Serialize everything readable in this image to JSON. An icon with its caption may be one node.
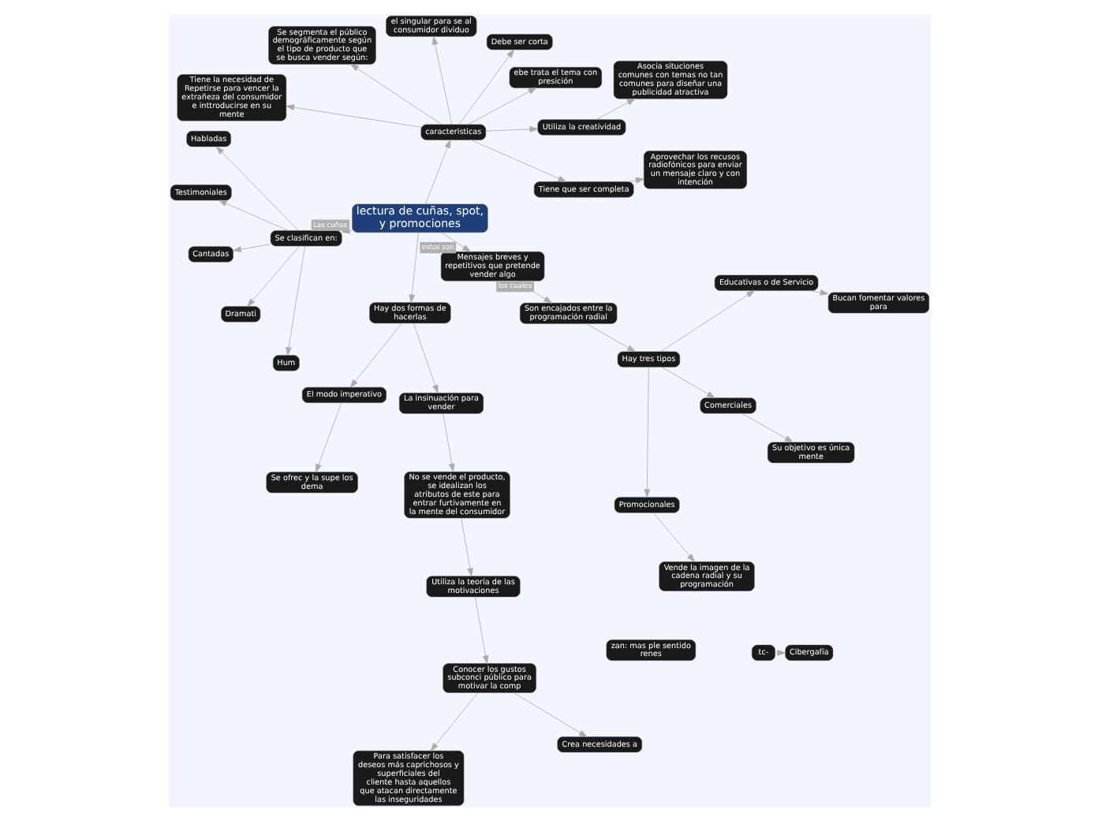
{
  "diagram": {
    "nodes": [
      {
        "text": [
          "lectura de cuñas, spot, y promociones"
        ]
      },
      {
        "text": [
          "caracteristicas"
        ]
      },
      {
        "text": [
          "Tiene que ser completa"
        ]
      },
      {
        "text": [
          "Aprovechar los recusos radiofónicos para enviar un mensaje claro y con intención"
        ]
      },
      {
        "text": [
          "Utiliza la creatividad"
        ]
      },
      {
        "text": [
          "Asocia situciones comunes con temas no tan comunes para diseñar una publicidad atractiva"
        ]
      },
      {
        "text": [
          "ebe trata el tema con presición"
        ]
      },
      {
        "text": [
          "Debe ser corta"
        ]
      },
      {
        "text": [
          "el singular para se al consumidor dividuo"
        ]
      },
      {
        "text": [
          "Se segmenta el público demográficamente según el tipo de producto que se busca vender según:"
        ]
      },
      {
        "text": [
          "Tiene la necesidad de Repetirse para vencer la extrañeza del consumidor e inttroducirse en su mente"
        ]
      },
      {
        "text": [
          "zan: mas ple sentido renes"
        ]
      },
      {
        "text": [
          "Se clasifican en:"
        ]
      },
      {
        "text": [
          "Habladas"
        ]
      },
      {
        "text": [
          "Testimoniales"
        ]
      },
      {
        "text": [
          "Cantadas"
        ]
      },
      {
        "text": [
          "Dramati"
        ]
      },
      {
        "text": [
          "Hum"
        ]
      },
      {
        "text": [
          "Hay dos formas de hacerlas"
        ]
      },
      {
        "text": [
          "El modo imperativo"
        ]
      },
      {
        "text": [
          "Se ofrec y la supe los dema"
        ]
      },
      {
        "text": [
          "La insinuación para vender"
        ]
      },
      {
        "text": [
          "No se vende el producto, se idealizan los atributos de este para entrar furtivamente en la mente del consumidor"
        ]
      },
      {
        "text": [
          "Utiliza la teoría de las motivaciones"
        ]
      },
      {
        "text": [
          "Conocer los gustos subconci público para motivar la comp"
        ]
      },
      {
        "text": [
          "Para satisfacer los deseos más caprichosos y superficiales del cliente hasta aquellos que atacan directamente las inseguridades"
        ]
      },
      {
        "text": [
          "Crea necesidades a"
        ]
      },
      {
        "text": [
          "Mensajes breves y repetitivos que pretende vender algo"
        ]
      },
      {
        "text": [
          "Son encajados entre la programación radial"
        ]
      },
      {
        "text": [
          "Hay tres tipos"
        ]
      },
      {
        "text": [
          "Promocionales"
        ]
      },
      {
        "text": [
          "Vende la imagen de la cadena radial y su programación"
        ]
      },
      {
        "text": [
          "Comerciales"
        ]
      },
      {
        "text": [
          "Su objetivo es única mente"
        ]
      },
      {
        "text": [
          "Educativas o de Servicio"
        ]
      },
      {
        "text": [
          "Bucan fomentar valores para"
        ]
      },
      {
        "text": [
          "Cibergafía"
        ]
      },
      {
        "text": [
          "tc-"
        ]
      }
    ],
    "edges": [
      {
        "from": 0,
        "to": 1,
        "arrow": "to"
      },
      {
        "from": 1,
        "to": 2,
        "arrow": "to"
      },
      {
        "from": 2,
        "to": 3,
        "arrow": "to"
      },
      {
        "from": 1,
        "to": 4,
        "arrow": "to"
      },
      {
        "from": 4,
        "to": 5,
        "arrow": "to"
      },
      {
        "from": 1,
        "to": 6,
        "arrow": "to"
      },
      {
        "from": 1,
        "to": 7,
        "arrow": "to"
      },
      {
        "from": 1,
        "to": 8,
        "arrow": "to"
      },
      {
        "from": 1,
        "to": 9,
        "arrow": "to"
      },
      {
        "from": 1,
        "to": 10,
        "arrow": "to"
      },
      {
        "from": 0,
        "to": 12,
        "arrow": "to",
        "label": "Las cuñas"
      },
      {
        "from": 12,
        "to": 13,
        "arrow": "to"
      },
      {
        "from": 12,
        "to": 14,
        "arrow": "to"
      },
      {
        "from": 12,
        "to": 15,
        "arrow": "to"
      },
      {
        "from": 12,
        "to": 16,
        "arrow": "to"
      },
      {
        "from": 12,
        "to": 17,
        "arrow": "to"
      },
      {
        "from": 0,
        "to": 18,
        "arrow": "to"
      },
      {
        "from": 18,
        "to": 19,
        "arrow": "to"
      },
      {
        "from": 19,
        "to": 20,
        "arrow": "to"
      },
      {
        "from": 18,
        "to": 21,
        "arrow": "to"
      },
      {
        "from": 21,
        "to": 22,
        "arrow": "to"
      },
      {
        "from": 22,
        "to": 23,
        "arrow": "to"
      },
      {
        "from": 23,
        "to": 24,
        "arrow": "to"
      },
      {
        "from": 24,
        "to": 25,
        "arrow": "to"
      },
      {
        "from": 24,
        "to": 26,
        "arrow": "to"
      },
      {
        "from": 0,
        "to": 27,
        "arrow": "to",
        "label": "estos son"
      },
      {
        "from": 27,
        "to": 28,
        "arrow": "to",
        "label": "los cuales"
      },
      {
        "from": 28,
        "to": 29,
        "arrow": "to"
      },
      {
        "from": 29,
        "to": 30,
        "arrow": "to"
      },
      {
        "from": 30,
        "to": 31,
        "arrow": "to"
      },
      {
        "from": 29,
        "to": 32,
        "arrow": "to"
      },
      {
        "from": 32,
        "to": 33,
        "arrow": "to"
      },
      {
        "from": 29,
        "to": 34,
        "arrow": "to"
      },
      {
        "from": 34,
        "to": 35,
        "arrow": "to"
      },
      {
        "from": 37,
        "to": 36,
        "arrow": "to"
      }
    ]
  }
}
